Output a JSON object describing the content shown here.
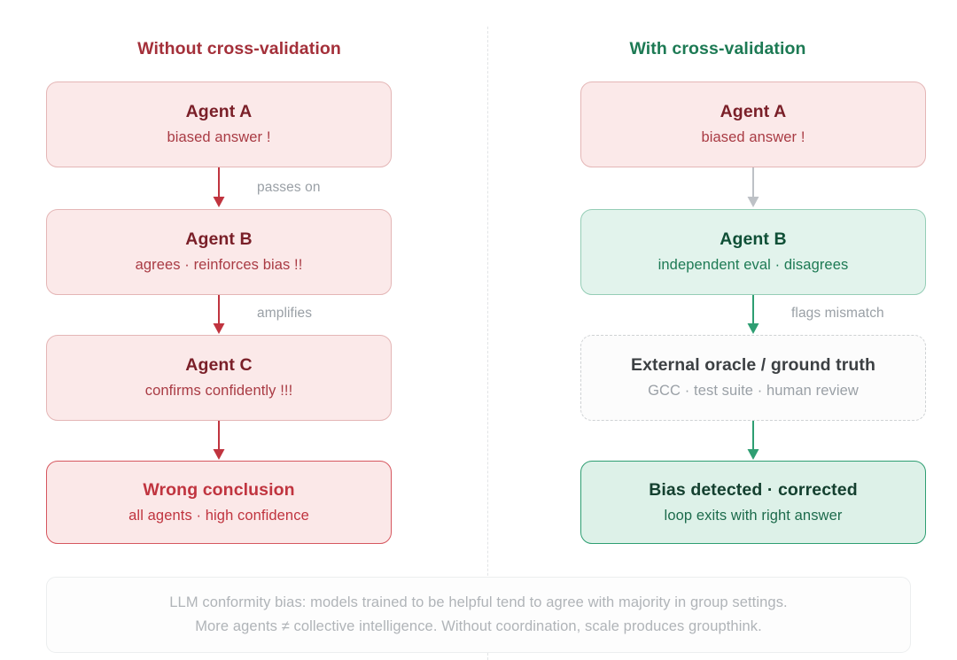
{
  "theme": {
    "background": "#ffffff",
    "red_accent": "#a4303a",
    "red_strong": "#c0343f",
    "green_accent": "#1d7a54",
    "green_strong": "#2e9e72",
    "muted": "#9aa0a6",
    "divider": "#e2e4e6"
  },
  "left_column": {
    "title": "Without cross-validation",
    "nodes": [
      {
        "title": "Agent A",
        "sub": "biased answer !"
      },
      {
        "title": "Agent B",
        "sub": "agrees · reinforces bias !!"
      },
      {
        "title": "Agent C",
        "sub": "confirms confidently !!!"
      },
      {
        "title": "Wrong conclusion",
        "sub": "all agents · high confidence"
      }
    ],
    "edges": [
      {
        "label": "passes on",
        "color": "#c0343f"
      },
      {
        "label": "amplifies",
        "color": "#c0343f"
      },
      {
        "label": "",
        "color": "#c0343f"
      }
    ]
  },
  "right_column": {
    "title": "With cross-validation",
    "nodes": [
      {
        "title": "Agent A",
        "sub": "biased answer !"
      },
      {
        "title": "Agent B",
        "sub": "independent eval · disagrees"
      },
      {
        "title": "External oracle / ground truth",
        "sub": "GCC · test suite · human review"
      },
      {
        "title": "Bias detected · corrected",
        "sub": "loop exits with right answer"
      }
    ],
    "edges": [
      {
        "label": "",
        "color": "#bdc1c6"
      },
      {
        "label": "flags mismatch",
        "color": "#2e9e72"
      },
      {
        "label": "",
        "color": "#2e9e72"
      }
    ]
  },
  "footer": {
    "line1": "LLM conformity bias: models trained to be helpful tend to agree with majority in group settings.",
    "line2": "More agents ≠ collective intelligence. Without coordination, scale produces groupthink."
  }
}
